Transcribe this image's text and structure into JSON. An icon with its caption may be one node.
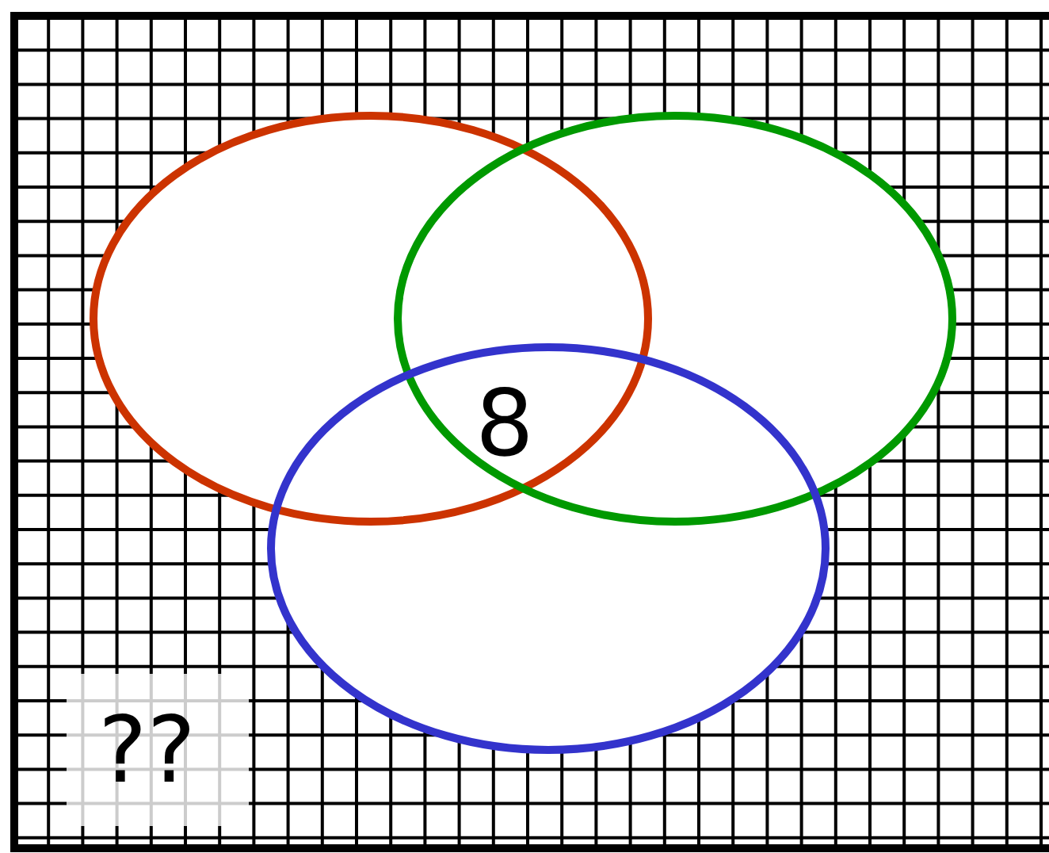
{
  "diagram": {
    "nodes": [
      {
        "text": [],
        "shape": "circle"
      },
      {
        "text": [],
        "shape": "circle"
      },
      {
        "text": [],
        "shape": "circle"
      }
    ],
    "labels": [
      "8",
      "??"
    ]
  }
}
